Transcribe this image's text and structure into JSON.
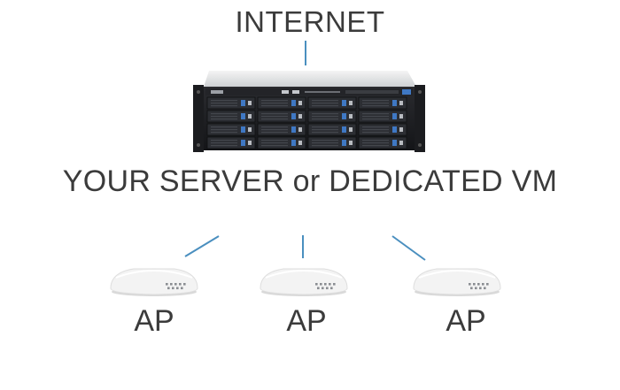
{
  "internet": {
    "label": "INTERNET",
    "icon": "cloud-icon"
  },
  "server": {
    "label": "YOUR SERVER or DEDICATED VM",
    "icon": "rack-server-icon",
    "drive_bays": 16
  },
  "access_points": [
    {
      "label": "AP",
      "icon": "access-point-icon"
    },
    {
      "label": "AP",
      "icon": "access-point-icon"
    },
    {
      "label": "AP",
      "icon": "access-point-icon"
    }
  ],
  "colors": {
    "text": "#3b3b3b",
    "link": "#4a8fbf",
    "server_body": "#1e1f22",
    "drive_tray": "#2c2e33",
    "drive_accent": "#3f78c4",
    "ap_body": "#f2f2f2"
  }
}
